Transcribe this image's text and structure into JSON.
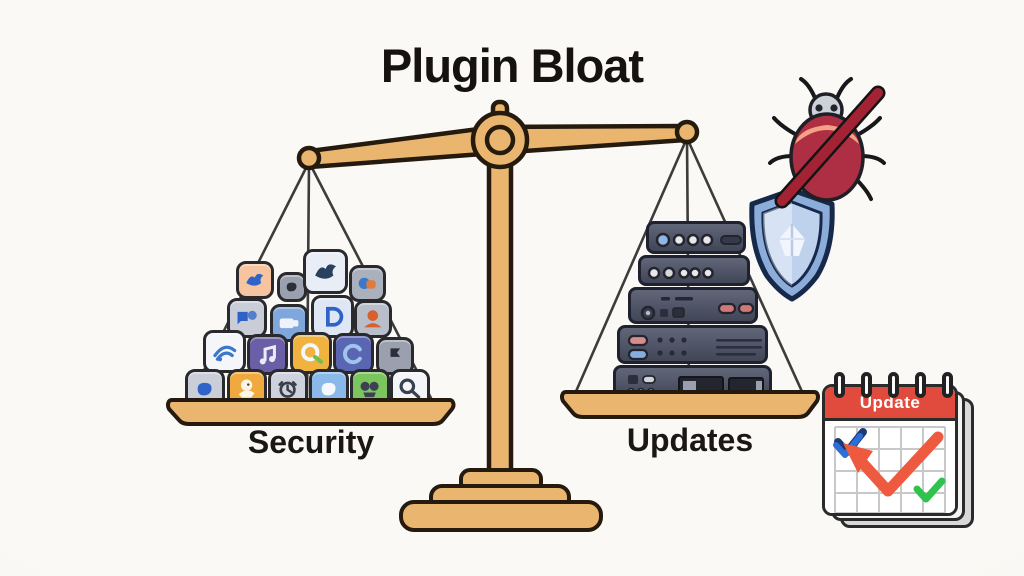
{
  "title": "Plugin Bloat",
  "left_pan": {
    "label": "Security",
    "icons": [
      {
        "name": "plugin-bug",
        "bg": "#f6c5a0",
        "fg": "#2f63c8",
        "glyph": "bird"
      },
      {
        "name": "plugin-dark-blob",
        "bg": "#9aa0ad",
        "fg": "#2a2f3a",
        "glyph": "blob"
      },
      {
        "name": "plugin-bird",
        "bg": "#e9edf6",
        "fg": "#28415f",
        "glyph": "bird"
      },
      {
        "name": "plugin-puzzle",
        "bg": "#aab1bd",
        "fg": "#3b78c9",
        "accent": "#e07b3e",
        "glyph": "puzzle"
      },
      {
        "name": "plugin-chat",
        "bg": "#c8cdd8",
        "fg": "#2f63c8",
        "glyph": "chat"
      },
      {
        "name": "plugin-camera",
        "bg": "#7fa7dc",
        "fg": "#eef3fb",
        "glyph": "camera"
      },
      {
        "name": "plugin-letter-d",
        "bg": "#dfe6f4",
        "fg": "#2f63c8",
        "glyph": "letter-d"
      },
      {
        "name": "plugin-user",
        "bg": "#b9bfca",
        "fg": "#d8602e",
        "glyph": "head"
      },
      {
        "name": "plugin-signal",
        "bg": "#f4f6fa",
        "fg": "#3b78c9",
        "glyph": "signal"
      },
      {
        "name": "plugin-note",
        "bg": "#6a5ea6",
        "fg": "#e9ecf7",
        "glyph": "note"
      },
      {
        "name": "plugin-ring",
        "bg": "#f0b340",
        "fg": "#f4f7fb",
        "accent": "#6fbf52",
        "glyph": "ring"
      },
      {
        "name": "plugin-letter-c",
        "bg": "#5a66b2",
        "fg": "#9fc4ee",
        "glyph": "letter-c"
      },
      {
        "name": "plugin-flag",
        "bg": "#9aa0ad",
        "fg": "#2a2f3a",
        "glyph": "flag"
      },
      {
        "name": "plugin-bird-2",
        "bg": "#c9ced9",
        "fg": "#2f63c8",
        "glyph": "blob"
      },
      {
        "name": "plugin-chick",
        "bg": "#f0a93e",
        "fg": "#fdf6e8",
        "glyph": "chick"
      },
      {
        "name": "plugin-clock",
        "bg": "#cdd2dc",
        "fg": "#3a3f4a",
        "glyph": "clock"
      },
      {
        "name": "plugin-brain",
        "bg": "#8ab8e8",
        "fg": "#f4f8fd",
        "glyph": "blob"
      },
      {
        "name": "plugin-mask",
        "bg": "#7cc45e",
        "fg": "#3a4152",
        "glyph": "mask"
      },
      {
        "name": "plugin-magnifier",
        "bg": "#f2f4f8",
        "fg": "#37404e",
        "glyph": "magnifier"
      }
    ]
  },
  "right_pan": {
    "label": "Updates",
    "servers": [
      {
        "name": "server-unit-1",
        "features": [
          "led-blue",
          "led",
          "led",
          "led",
          "slot"
        ]
      },
      {
        "name": "server-unit-2",
        "features": [
          "led",
          "led",
          "led",
          "led",
          "led"
        ]
      },
      {
        "name": "server-unit-3",
        "features": [
          "vents",
          "knob",
          "buttons",
          "pill-red",
          "pill-red"
        ]
      },
      {
        "name": "server-unit-4",
        "features": [
          "pill-red",
          "pill-blue",
          "dot-grid",
          "vent-lines"
        ]
      },
      {
        "name": "server-unit-5",
        "features": [
          "switch",
          "led-pill",
          "leds-small",
          "drive-slot",
          "drive-slot"
        ]
      }
    ]
  },
  "callouts": {
    "no_bug": {
      "name": "no-bug-icon",
      "meaning": "bug crossed out"
    },
    "shield": {
      "name": "security-shield-icon"
    },
    "calendar": {
      "name": "update-calendar-icon",
      "header": "Update",
      "checks": [
        "blue",
        "red",
        "green"
      ]
    }
  },
  "colors": {
    "background": "#faf8f4",
    "text": "#15120f",
    "scale_gold": "#eab66f",
    "scale_outline": "#241a0e",
    "string": "#3c3c3c",
    "server_body": "#4c5163",
    "server_outline": "#1f222e",
    "shield_outer": "#8cadda",
    "shield_inner": "#bed2ee",
    "shield_outline": "#17294b",
    "bug_body": "#ae2e44",
    "bug_highlight": "#f4a287",
    "bug_head": "#ccd1da",
    "slash_red": "#a32233",
    "calendar_red": "#e14b3d",
    "check_blue": "#2d6fd6",
    "check_red": "#ee5a3f",
    "check_green": "#2fc24d"
  }
}
